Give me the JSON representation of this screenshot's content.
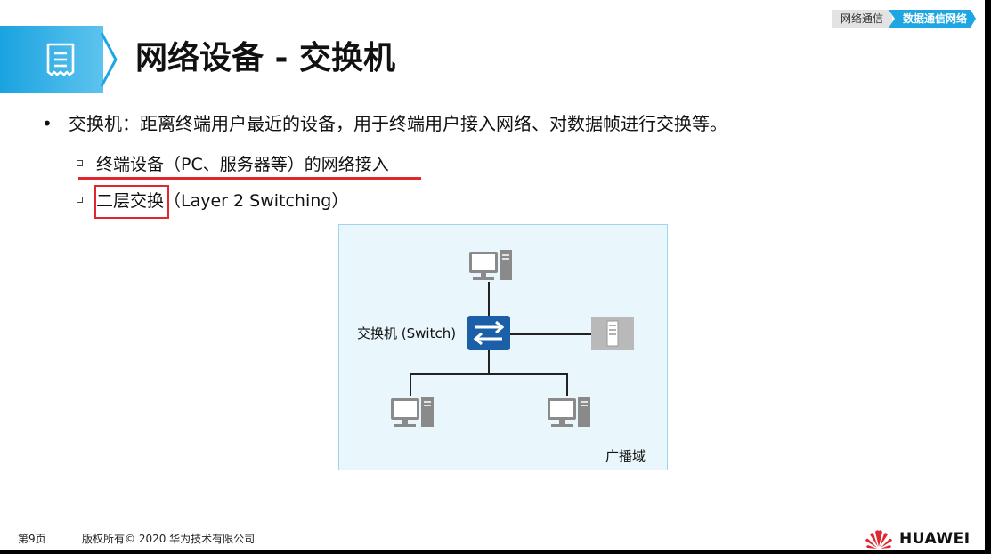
{
  "breadcrumb": {
    "items": [
      "网络通信",
      "数据通信网络"
    ]
  },
  "header": {
    "title": "网络设备 - 交换机"
  },
  "bullets": {
    "main": "交换机：距离终端用户最近的设备，用于终端用户接入网络、对数据帧进行交换等。",
    "sub": [
      {
        "text": "终端设备（PC、服务器等）的网络接入"
      },
      {
        "highlight": "二层交换",
        "rest": "（Layer 2 Switching）"
      }
    ]
  },
  "diagram": {
    "switch_label": "交换机 (Switch)",
    "domain_label": "广播域",
    "icons": [
      "pc-icon",
      "server-icon",
      "switch-icon"
    ]
  },
  "footer": {
    "page": "第9页",
    "copyright": "版权所有© 2020 华为技术有限公司",
    "brand": "HUAWEI"
  },
  "colors": {
    "accent": "#1ea6e3",
    "highlight": "#e0272d",
    "switch": "#1a5fa8"
  }
}
